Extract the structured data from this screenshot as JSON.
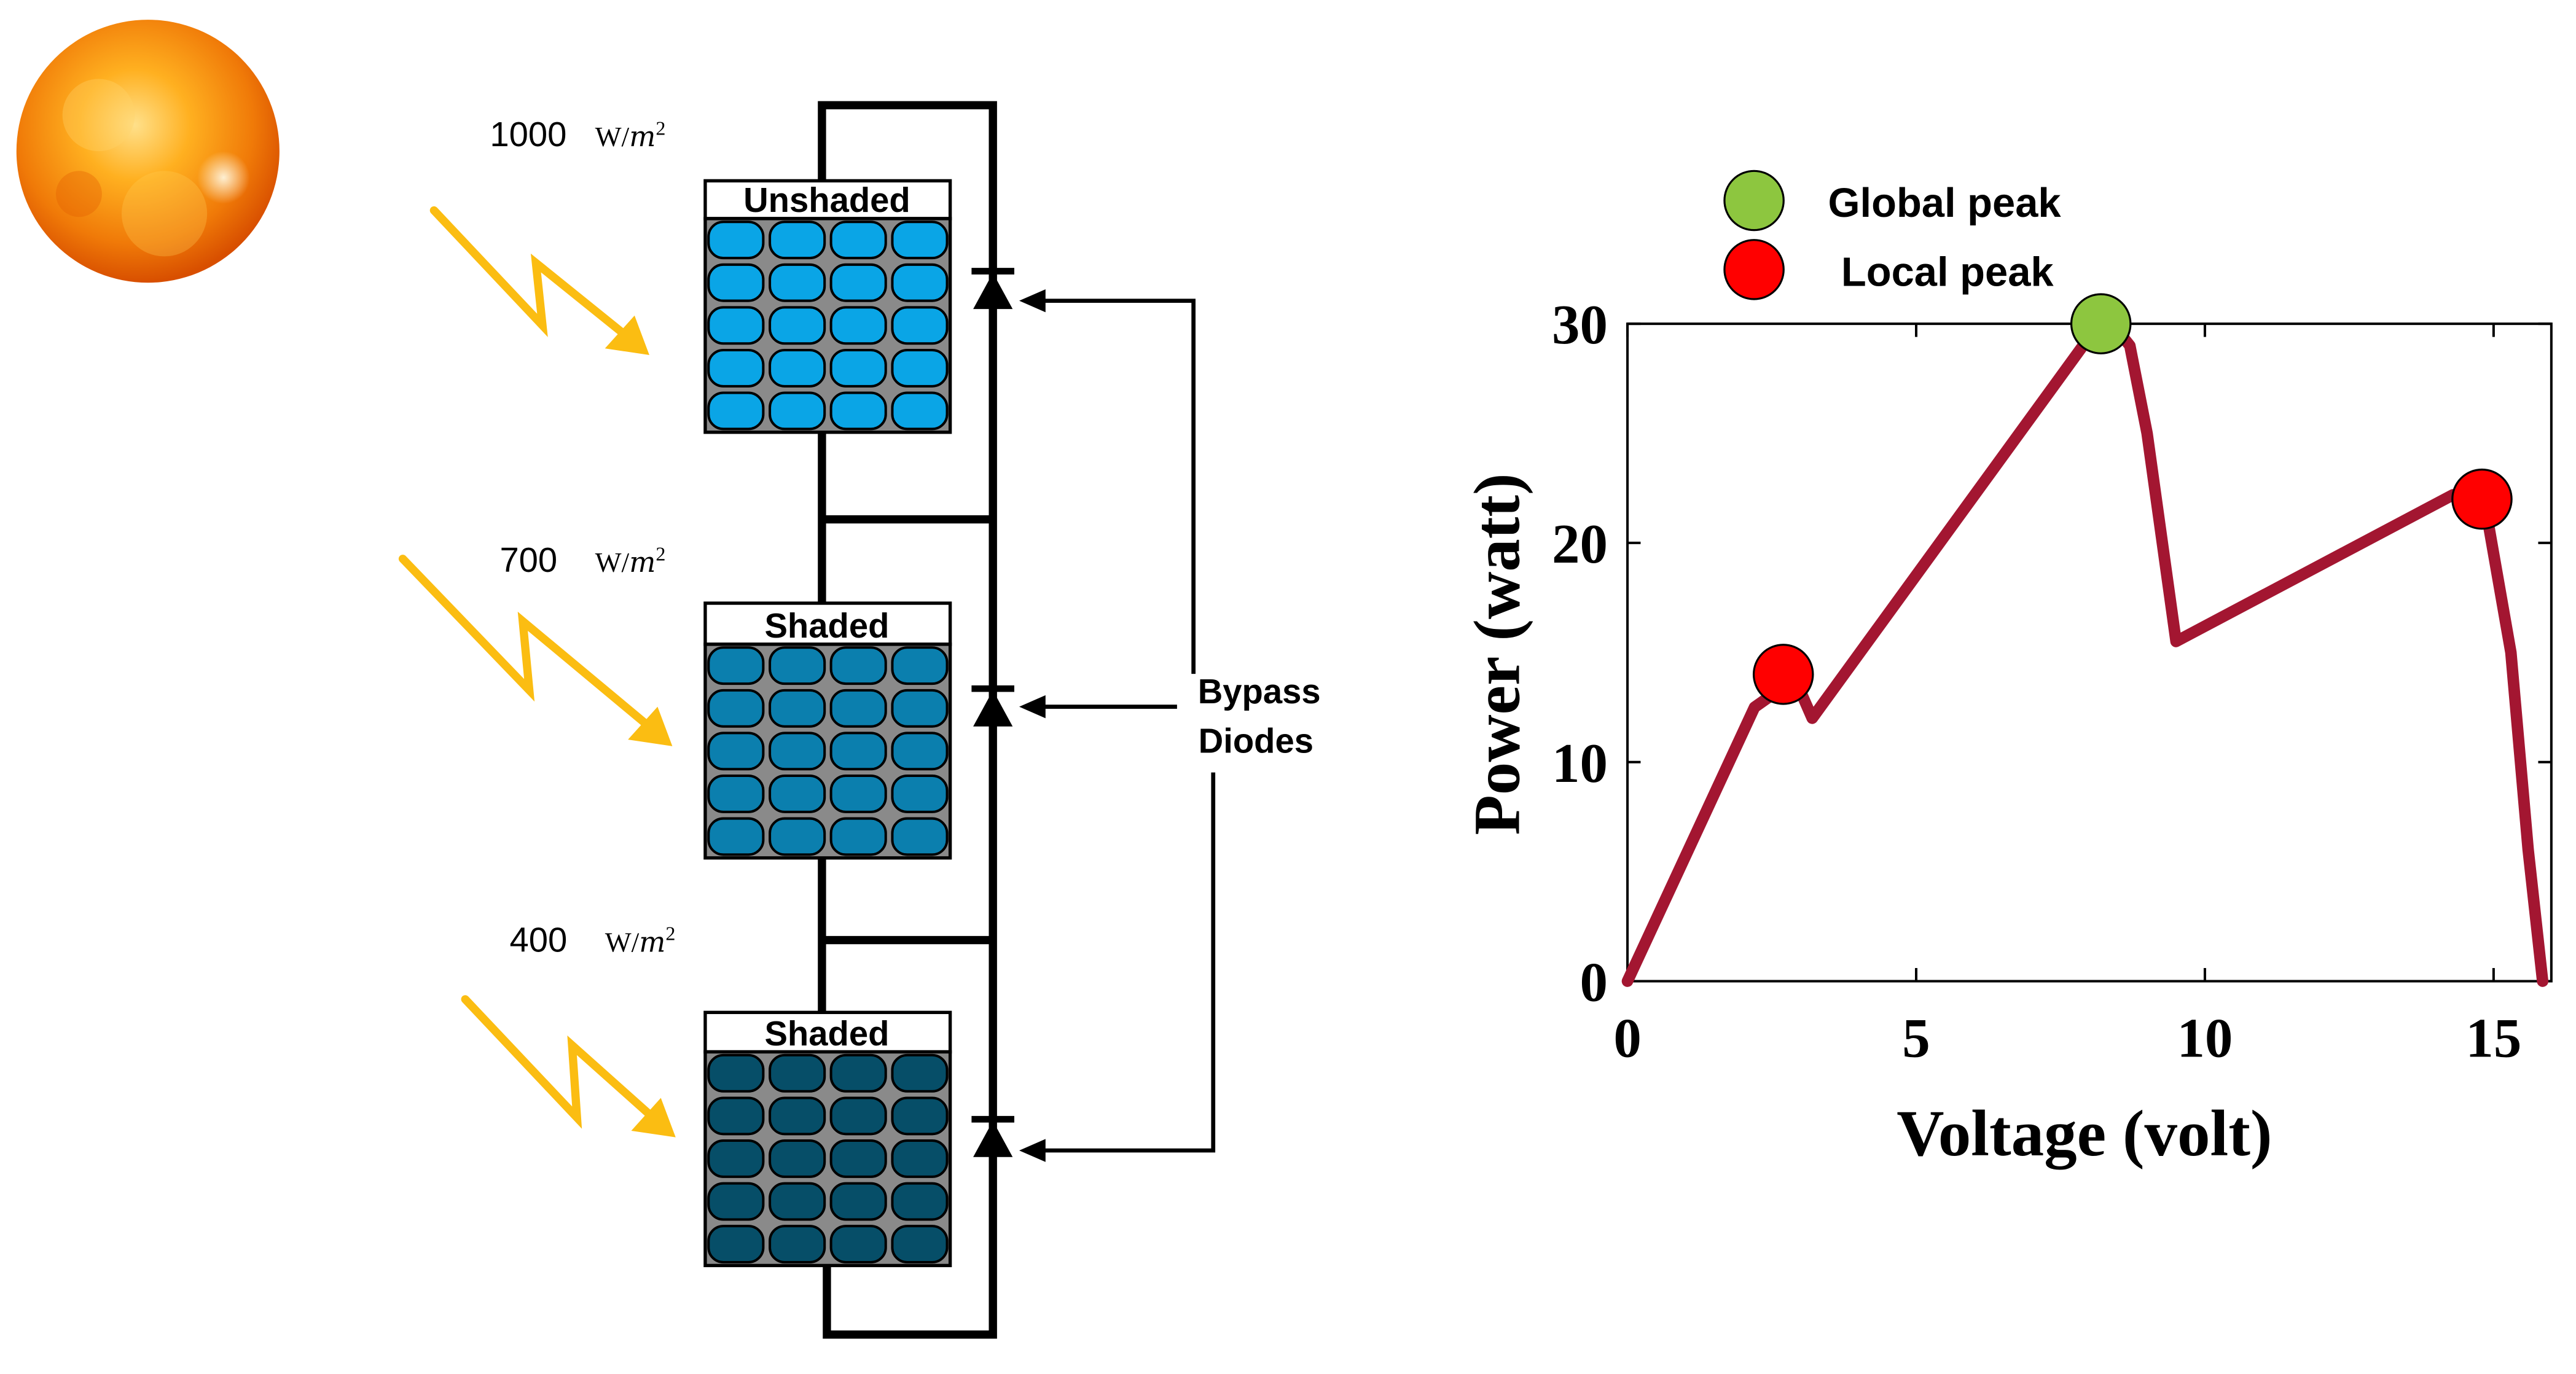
{
  "irradiance": {
    "unit_prefix": "W/",
    "unit_var": "m",
    "unit_exp": "2",
    "top": "1000",
    "middle": "700",
    "bottom": "400"
  },
  "panels": [
    {
      "label": "Unshaded",
      "cell_color": "#0aa5e6"
    },
    {
      "label": "Shaded",
      "cell_color": "#0b7fae"
    },
    {
      "label": "Shaded",
      "cell_color": "#064e68"
    }
  ],
  "bypass_label": {
    "line1": "Bypass",
    "line2": "Diodes"
  },
  "legend": {
    "global": {
      "label": "Global peak",
      "color": "#8dc63f"
    },
    "local": {
      "label": "Local peak",
      "color": "#ff0000"
    }
  },
  "colors": {
    "curve": "#a31631",
    "ray": "#fbbd12",
    "wire": "#000000"
  },
  "chart_data": {
    "type": "line",
    "xlabel": "Voltage (volt)",
    "ylabel": "Power (watt)",
    "xlim": [
      0,
      16
    ],
    "ylim": [
      0,
      30
    ],
    "xticks": [
      "0",
      "5",
      "10",
      "15"
    ],
    "yticks": [
      "0",
      "10",
      "20",
      "30"
    ],
    "grid": false,
    "series": [
      {
        "x": [
          0,
          2.2,
          2.9,
          3.2,
          8.0,
          8.4,
          8.7,
          9.0,
          9.5,
          14.3,
          14.9,
          15.3,
          15.6,
          15.85
        ],
        "y": [
          0,
          12.5,
          13.8,
          12.0,
          29.4,
          30.0,
          29.0,
          25.0,
          15.5,
          22.2,
          21.0,
          15.0,
          6.0,
          0
        ]
      }
    ],
    "peaks": [
      {
        "kind": "local",
        "x": 2.7,
        "y": 14
      },
      {
        "kind": "global",
        "x": 8.2,
        "y": 30
      },
      {
        "kind": "local",
        "x": 14.8,
        "y": 22
      }
    ]
  }
}
